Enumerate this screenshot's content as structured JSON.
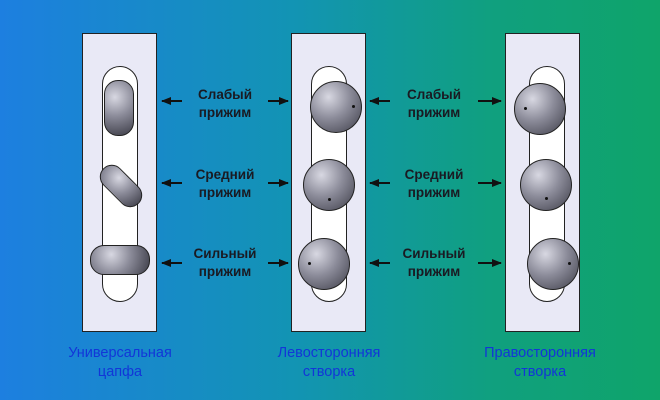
{
  "pressure_labels": {
    "weak": [
      "Слабый",
      "прижим"
    ],
    "medium": [
      "Средний",
      "прижим"
    ],
    "strong": [
      "Сильный",
      "прижим"
    ]
  },
  "captions": {
    "universal": [
      "Универсальная",
      "цапфа"
    ],
    "left": [
      "Левосторонняя",
      "створка"
    ],
    "right": [
      "Правосторонняя",
      "створка"
    ]
  },
  "colors": {
    "caption": "#1236d8",
    "background_from": "#1d7fe0",
    "background_to": "#0fa46a"
  }
}
